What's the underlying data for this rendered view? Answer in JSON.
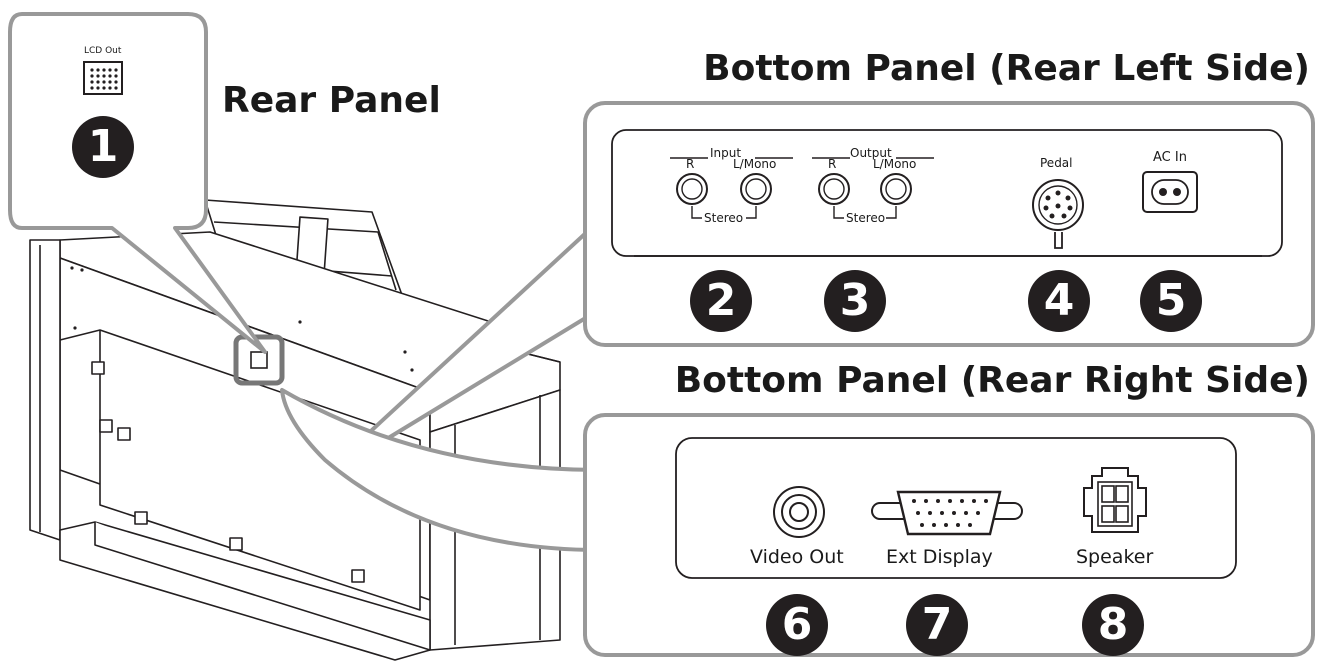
{
  "headings": {
    "rear_panel": "Rear Panel",
    "bottom_left": "Bottom Panel (Rear Left Side)",
    "bottom_right": "Bottom Panel (Rear Right Side)"
  },
  "callout_rear": {
    "lcd_label": "LCD Out",
    "number": "1"
  },
  "bottom_left_panel": {
    "input_label": "Input",
    "input_r": "R",
    "input_lmono": "L/Mono",
    "input_stereo": "Stereo",
    "output_label": "Output",
    "output_r": "R",
    "output_lmono": "L/Mono",
    "output_stereo": "Stereo",
    "pedal_label": "Pedal",
    "acin_label": "AC In",
    "numbers": [
      "2",
      "3",
      "4",
      "5"
    ]
  },
  "bottom_right_panel": {
    "video_label": "Video Out",
    "ext_label": "Ext Display",
    "speaker_label": "Speaker",
    "numbers": [
      "6",
      "7",
      "8"
    ]
  }
}
